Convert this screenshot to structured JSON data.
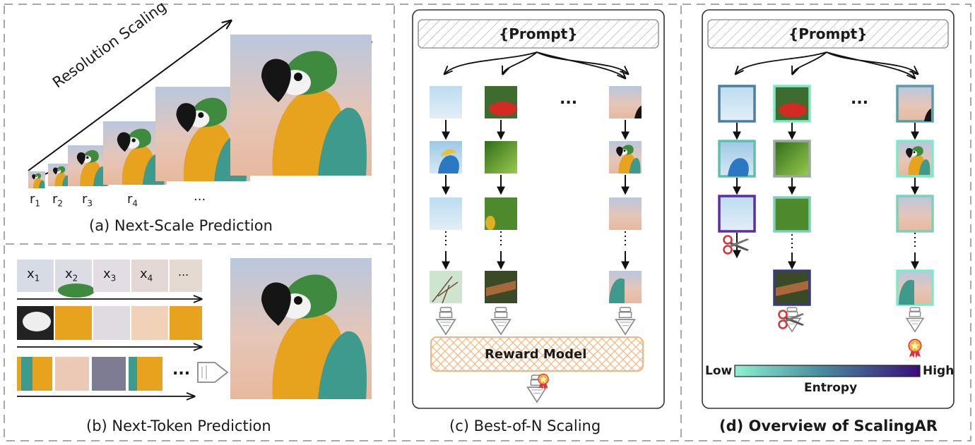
{
  "panels": {
    "a": {
      "caption": "(a) Next-Scale Prediction",
      "scaling_label": "Resolution Scaling",
      "scale_labels": [
        {
          "base": "r",
          "sub": "1"
        },
        {
          "base": "r",
          "sub": "2"
        },
        {
          "base": "r",
          "sub": "3"
        },
        {
          "base": "r",
          "sub": "4"
        }
      ],
      "ellipsis": "..."
    },
    "b": {
      "caption": "(b) Next-Token Prediction",
      "token_labels": [
        {
          "base": "x",
          "sub": "1"
        },
        {
          "base": "x",
          "sub": "2"
        },
        {
          "base": "x",
          "sub": "3"
        },
        {
          "base": "x",
          "sub": "4"
        }
      ],
      "ellipsis": "...",
      "row_ellipsis": "..."
    },
    "c": {
      "caption": "(c) Best-of-N Scaling",
      "prompt": "{Prompt}",
      "reward_model": "Reward Model",
      "column_ellipsis": "..."
    },
    "d": {
      "caption": "(d) Overview of ScalingAR",
      "prompt": "{Prompt}",
      "column_ellipsis": "...",
      "entropy": {
        "low": "Low",
        "high": "High",
        "label": "Entropy",
        "low_color": "#7fe8c8",
        "high_color": "#3a0f78"
      }
    }
  },
  "colors": {
    "divider": "#a8a8a8",
    "reward_fill": "#f6c79a",
    "reward_border": "#f3b67e",
    "prompt_hatch": "#9a9a9a",
    "sky_top": "#b8c6dc",
    "sky_bottom": "#e7c3b0",
    "parrot_body": "#e8a31e",
    "parrot_wing": "#3f9a8e",
    "parrot_head": "#3e8a3e",
    "medal": "#f2b33a"
  }
}
